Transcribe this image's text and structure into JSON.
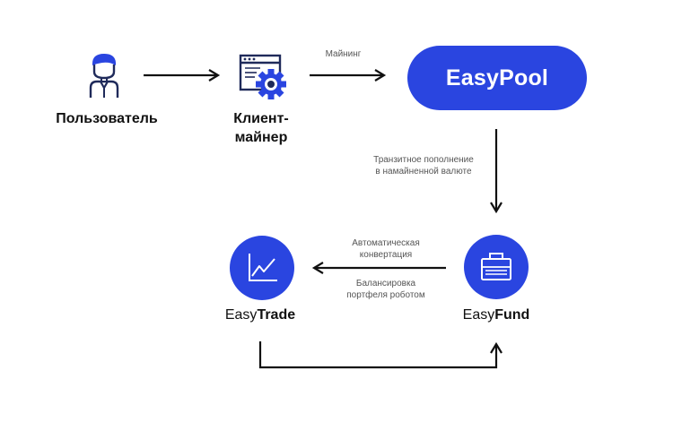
{
  "colors": {
    "accent": "#2a45e0",
    "dark_icon": "#1f2a5a",
    "arrow": "#111111",
    "edge_text": "#555555"
  },
  "nodes": {
    "user": {
      "label": "Пользователь",
      "icon": "user-icon"
    },
    "client": {
      "label_line1": "Клиент-",
      "label_line2": "майнер",
      "icon": "window-gear-icon"
    },
    "easypool": {
      "label": "EasyPool"
    },
    "easyfund": {
      "label_prefix": "Easy",
      "label_suffix": "Fund",
      "icon": "briefcase-icon"
    },
    "easytrade": {
      "label_prefix": "Easy",
      "label_suffix": "Trade",
      "icon": "trend-chart-icon"
    }
  },
  "edges": {
    "mining": {
      "label": "Майнинг"
    },
    "transit": {
      "line1": "Транзитное пополнение",
      "line2": "в намайненной валюте"
    },
    "auto_conversion": {
      "line1": "Автоматическая",
      "line2": "конвертация"
    },
    "rebalancing": {
      "line1": "Балансировка",
      "line2": "портфеля роботом"
    }
  }
}
